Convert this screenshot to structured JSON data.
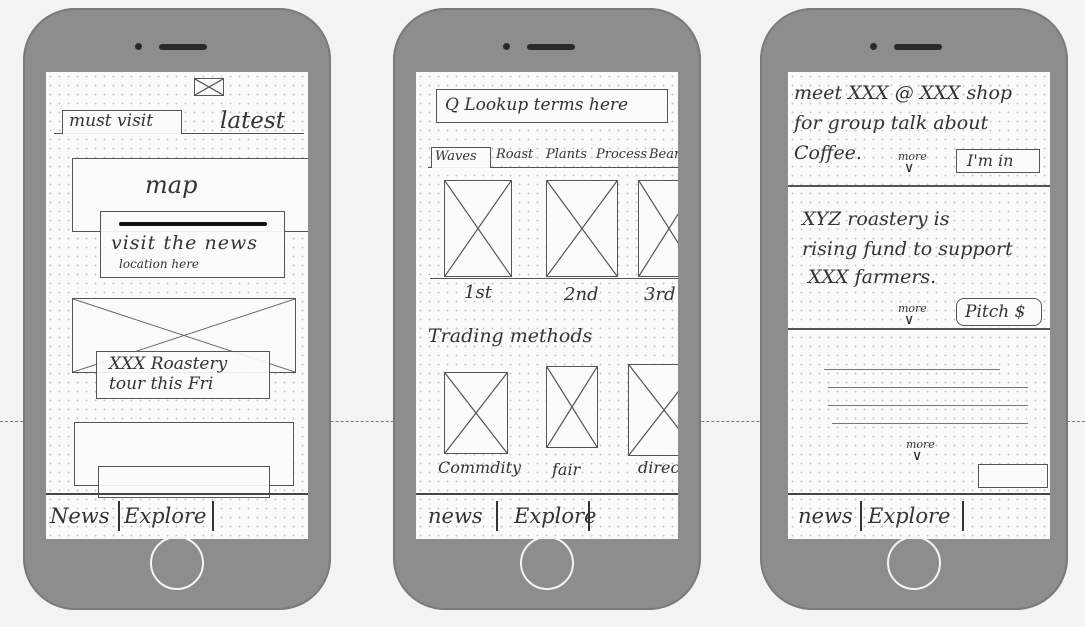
{
  "screen1": {
    "tabs": {
      "must_visit": "must visit",
      "latest": "latest"
    },
    "cards": {
      "map": "map",
      "visit_title": "visit the news",
      "visit_sub": "location here",
      "event_line1": "XXX Roastery",
      "event_line2": "tour this Fri"
    },
    "nav": {
      "news": "News",
      "explore": "Explore"
    }
  },
  "screen2": {
    "search_placeholder": "Q Lookup terms here",
    "tabs": [
      "Waves",
      "Roast",
      "Plants",
      "Process",
      "Bean"
    ],
    "row1_labels": [
      "1st",
      "2nd",
      "3rd"
    ],
    "section_title": "Trading methods",
    "row2_labels": [
      "Commdity",
      "fair",
      "direct"
    ],
    "nav": {
      "news": "news",
      "explore": "Explore"
    }
  },
  "screen3": {
    "post1": {
      "line1": "meet XXX @ XXX shop",
      "line2": "for group talk about",
      "line3": "Coffee.",
      "more": "more",
      "action": "I'm in"
    },
    "post2": {
      "line1": "XYZ roastery is",
      "line2": "rising fund to support",
      "line3": "XXX farmers.",
      "more": "more",
      "action": "Pitch $"
    },
    "post3": {
      "more": "more"
    },
    "nav": {
      "news": "news",
      "explore": "Explore"
    }
  }
}
